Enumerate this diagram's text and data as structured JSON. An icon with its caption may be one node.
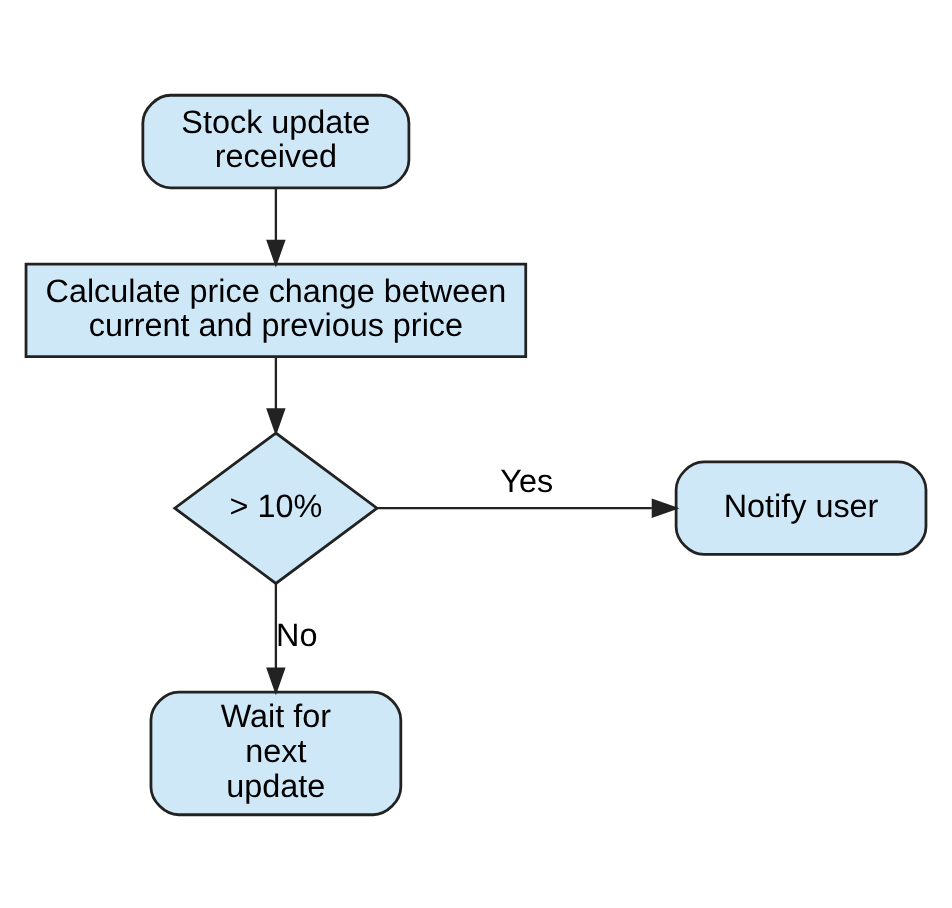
{
  "diagram": {
    "nodes": [
      {
        "text": [
          "Stock update received"
        ]
      },
      {
        "text": [
          "Calculate price change between current and previous price"
        ]
      },
      {
        "text": [
          "> 10%"
        ]
      },
      {
        "text": [
          "Notify user"
        ]
      },
      {
        "text": [
          "Wait for next update"
        ]
      }
    ],
    "edges": [
      {
        "from": 0,
        "to": 1,
        "arrow": "to"
      },
      {
        "from": 1,
        "to": 2,
        "arrow": "to"
      },
      {
        "from": 2,
        "to": 3,
        "arrow": "to",
        "label": "Yes"
      },
      {
        "from": 2,
        "to": 4,
        "arrow": "to",
        "label": "No"
      }
    ]
  }
}
